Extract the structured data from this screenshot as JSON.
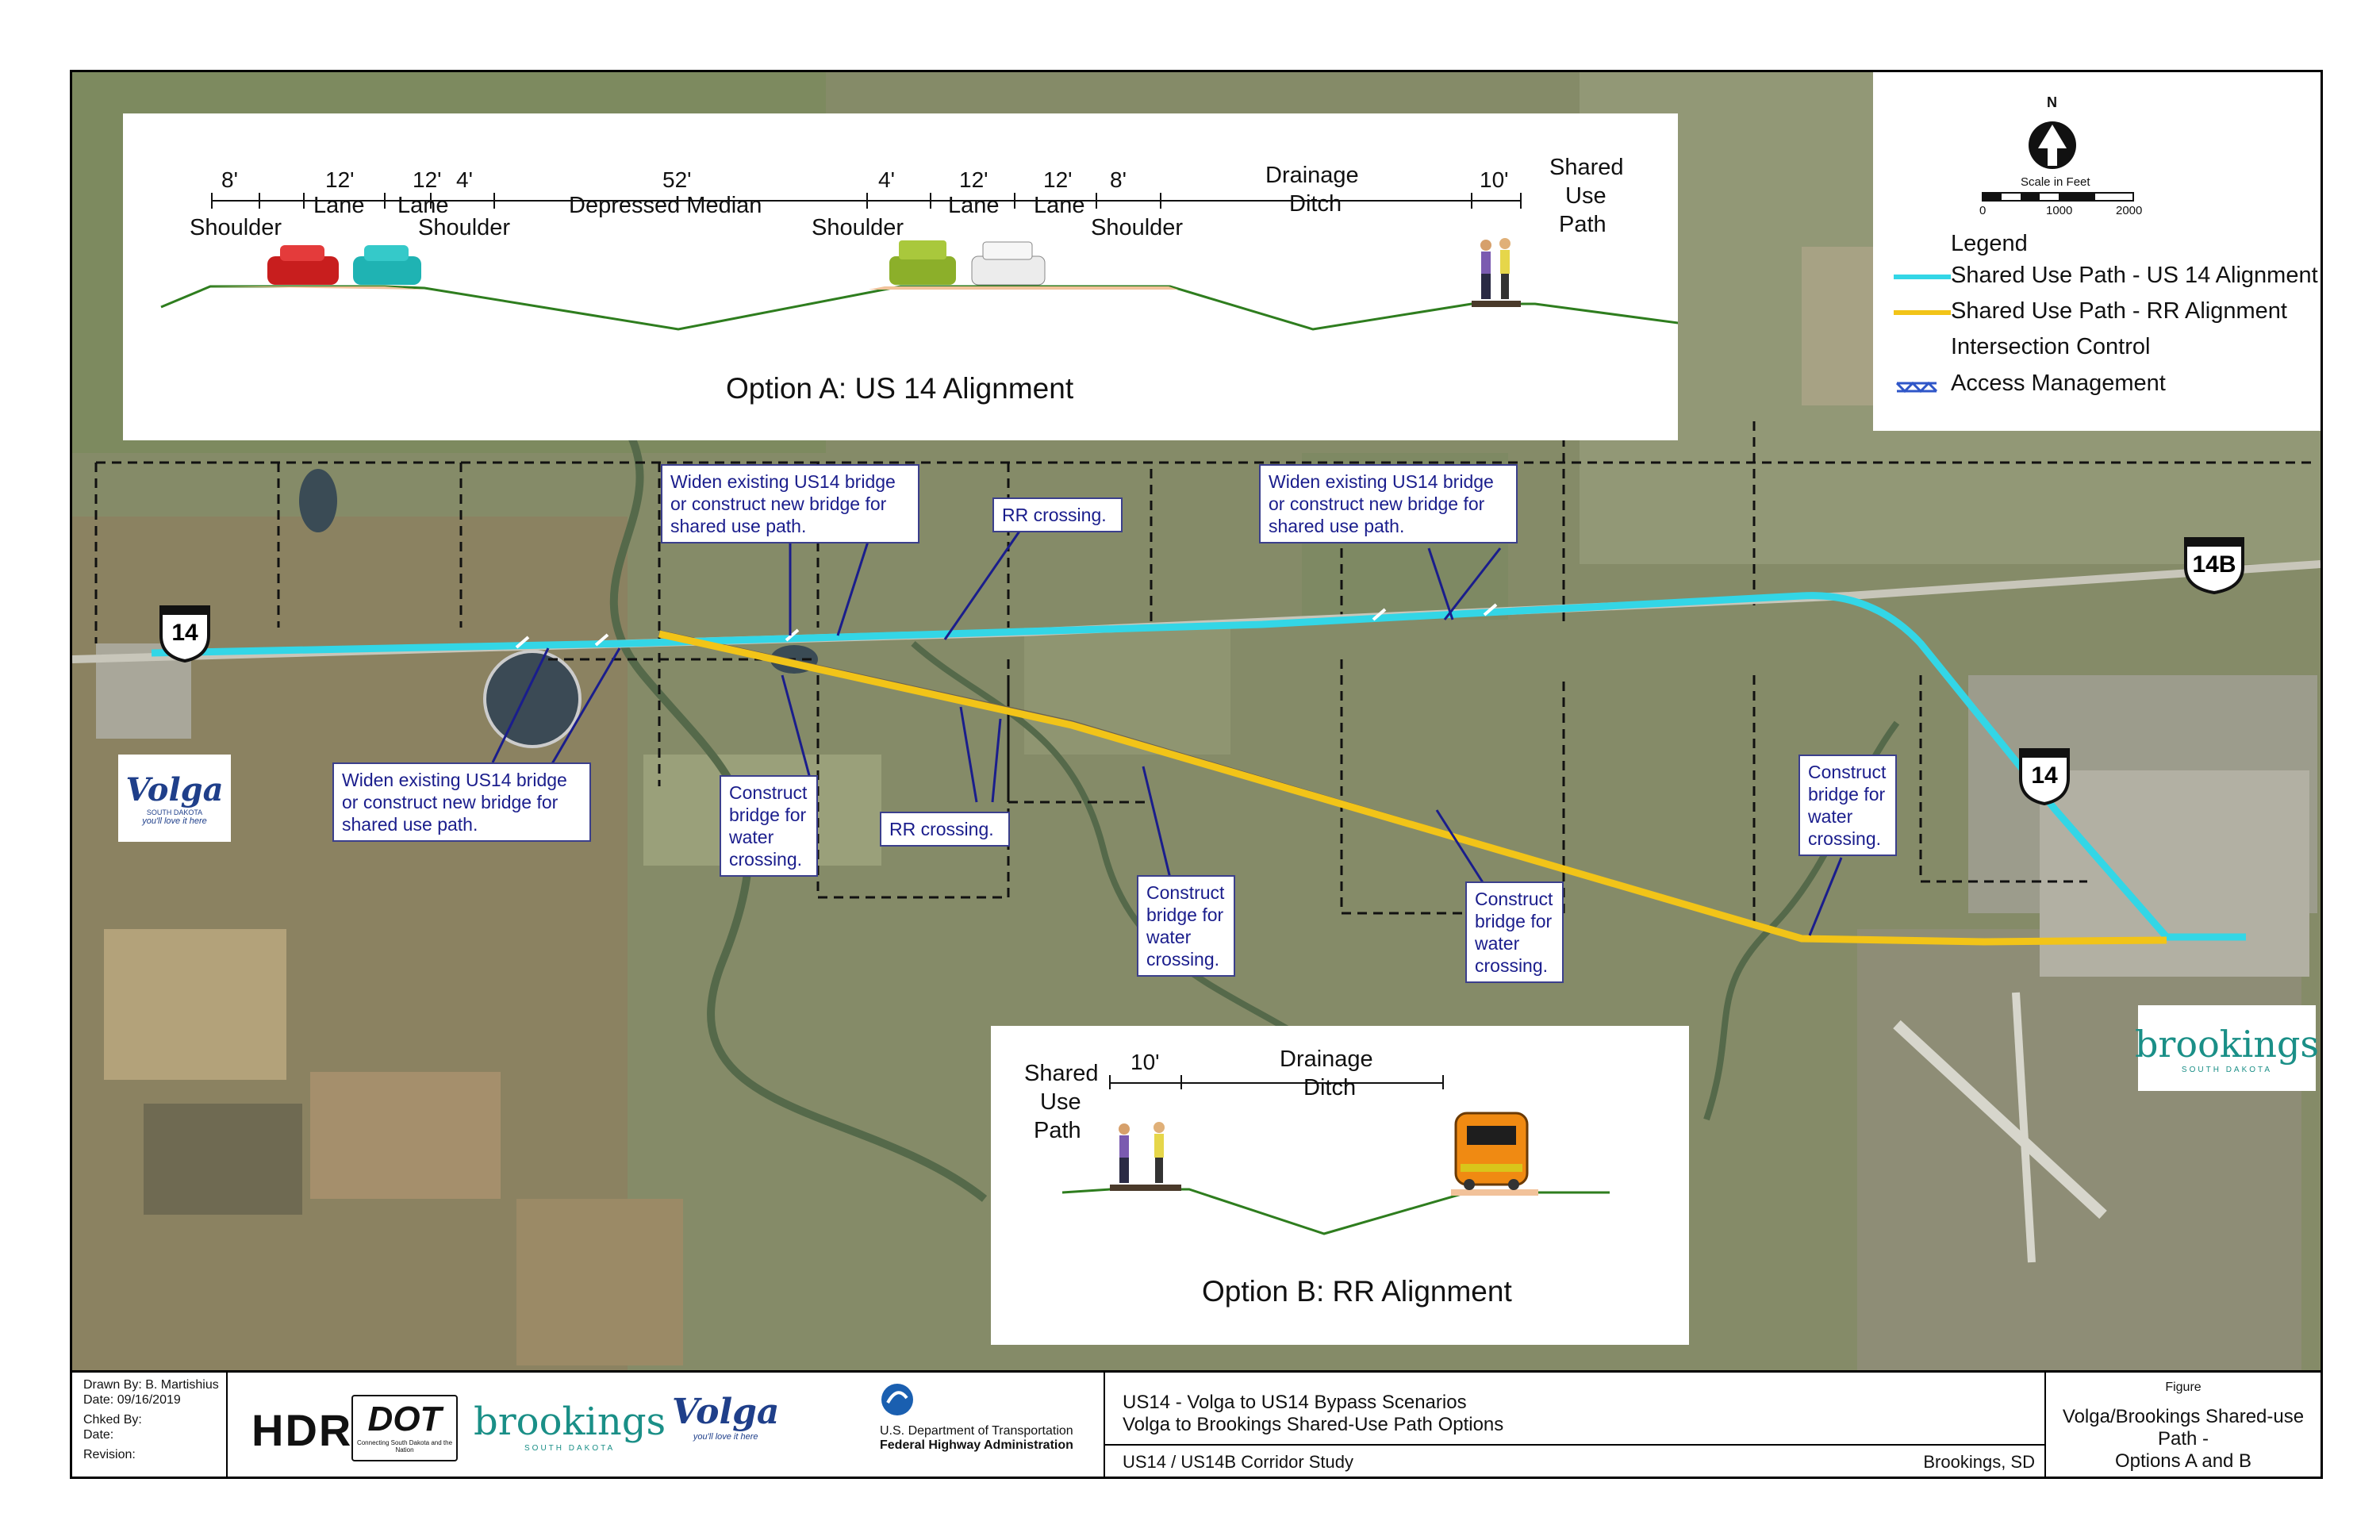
{
  "option_a": {
    "title": "Option A: US 14 Alignment",
    "dims": [
      "8'",
      "12'",
      "12'",
      "4'",
      "52'",
      "4'",
      "12'",
      "12'",
      "8'",
      "10'"
    ],
    "labels": {
      "shoulder_1": "Shoulder",
      "lane_1": "Lane",
      "lane_2": "Lane",
      "shoulder_2": "Shoulder",
      "median": "Depressed Median",
      "shoulder_3": "Shoulder",
      "lane_3": "Lane",
      "lane_4": "Lane",
      "shoulder_4": "Shoulder",
      "drainage_1": "Drainage",
      "drainage_2": "Ditch",
      "path_1": "Shared",
      "path_2": "Use",
      "path_3": "Path"
    }
  },
  "option_b": {
    "title": "Option B: RR Alignment",
    "dim_path": "10'",
    "labels": {
      "path_1": "Shared",
      "path_2": "Use",
      "path_3": "Path",
      "drainage_1": "Drainage",
      "drainage_2": "Ditch"
    }
  },
  "legend": {
    "scale_label": "Scale in Feet",
    "scale_ticks": [
      "0",
      "1000",
      "2000"
    ],
    "north": "N",
    "title": "Legend",
    "items": [
      {
        "label": "Shared Use Path - US 14 Alignment",
        "color": "#33d6e6"
      },
      {
        "label": "Shared Use Path - RR Alignment",
        "color": "#f2c418"
      },
      {
        "label": "Intersection Control",
        "color": ""
      },
      {
        "label": "Access Management",
        "color": "#2f56c8"
      }
    ]
  },
  "callouts": {
    "widen_top_1": [
      "Widen existing US14 bridge",
      "or construct new bridge for",
      "shared use path."
    ],
    "rr_top": [
      "RR crossing."
    ],
    "widen_top_2": [
      "Widen existing US14 bridge",
      "or construct new bridge for",
      "shared use path."
    ],
    "widen_bottom": [
      "Widen existing US14 bridge",
      "or construct new bridge for",
      "shared use path."
    ],
    "construct_1": [
      "Construct",
      "bridge for",
      "water",
      "crossing."
    ],
    "rr_bottom": [
      "RR crossing."
    ],
    "construct_2": [
      "Construct",
      "bridge for",
      "water",
      "crossing."
    ],
    "construct_3": [
      "Construct",
      "bridge for",
      "water",
      "crossing."
    ],
    "construct_4": [
      "Construct",
      "bridge for",
      "water",
      "crossing."
    ]
  },
  "shields": {
    "us14_west": "14",
    "us14b": "14B",
    "us14_east": "14"
  },
  "cities": {
    "volga": "Volga",
    "volga_sub": "SOUTH DAKOTA",
    "volga_tag": "you'll love it here",
    "brookings": "brookings",
    "brookings_sub": "SOUTH DAKOTA"
  },
  "titleblock": {
    "drawn_by": "Drawn By: B. Martishius",
    "date": "Date: 09/16/2019",
    "checked_by": "Chked By:",
    "date2": "Date:",
    "revision": "Revision:",
    "logo_hdr": "HDR",
    "logo_dot": "DOT",
    "logo_dot_sub": "Connecting South Dakota and the Nation",
    "logo_brookings": "brookings",
    "logo_brookings_sub": "SOUTH DAKOTA",
    "logo_volga": "Volga",
    "logo_volga_tag": "you'll love it here",
    "usdot_1": "U.S. Department of Transportation",
    "usdot_2": "Federal Highway Administration",
    "project_1": "US14 - Volga to US14 Bypass Scenarios",
    "project_2": "Volga to Brookings Shared-Use Path Options",
    "project_3": "US14 / US14B Corridor Study",
    "location": "Brookings, SD",
    "figure_label": "Figure",
    "figure_title_1": "Volga/Brookings Shared-use Path -",
    "figure_title_2": "Options A and B"
  }
}
